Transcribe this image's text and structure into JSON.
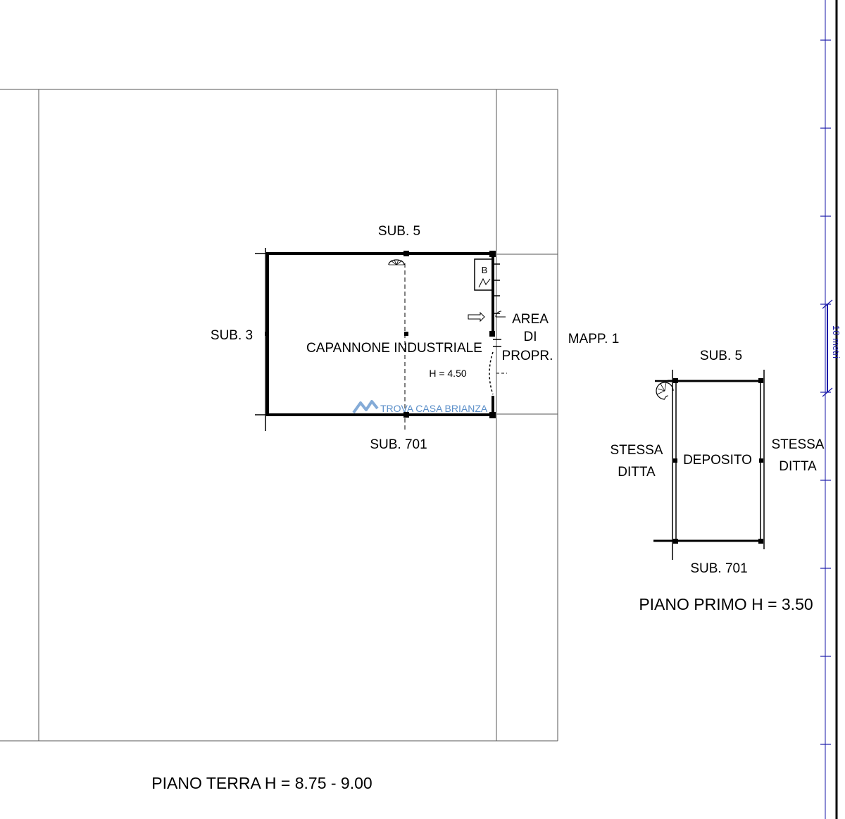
{
  "ground_floor": {
    "top_neighbor": "SUB. 5",
    "left_neighbor": "SUB. 3",
    "bottom_neighbor": "SUB. 701",
    "room_name": "CAPANNONE INDUSTRIALE",
    "room_height": "H = 4.50",
    "bath_letter": "B",
    "area_line1": "AREA",
    "area_line2": "DI",
    "area_line3": "PROPR.",
    "parcel": "MAPP. 1",
    "caption": "PIANO TERRA  H = 8.75 - 9.00"
  },
  "first_floor": {
    "top_neighbor": "SUB. 5",
    "left_line1": "STESSA",
    "left_line2": "DITTA",
    "room_name": "DEPOSITO",
    "right_line1": "STESSA",
    "right_line2": "DITTA",
    "bottom_neighbor": "SUB. 701",
    "caption": "PIANO PRIMO  H = 3.50"
  },
  "watermark": {
    "text": "TROVA CASA BRIANZA",
    "color": "#5b8fc9"
  },
  "scale_bar": {
    "label": "10 metri",
    "color": "#1a1aa8"
  }
}
